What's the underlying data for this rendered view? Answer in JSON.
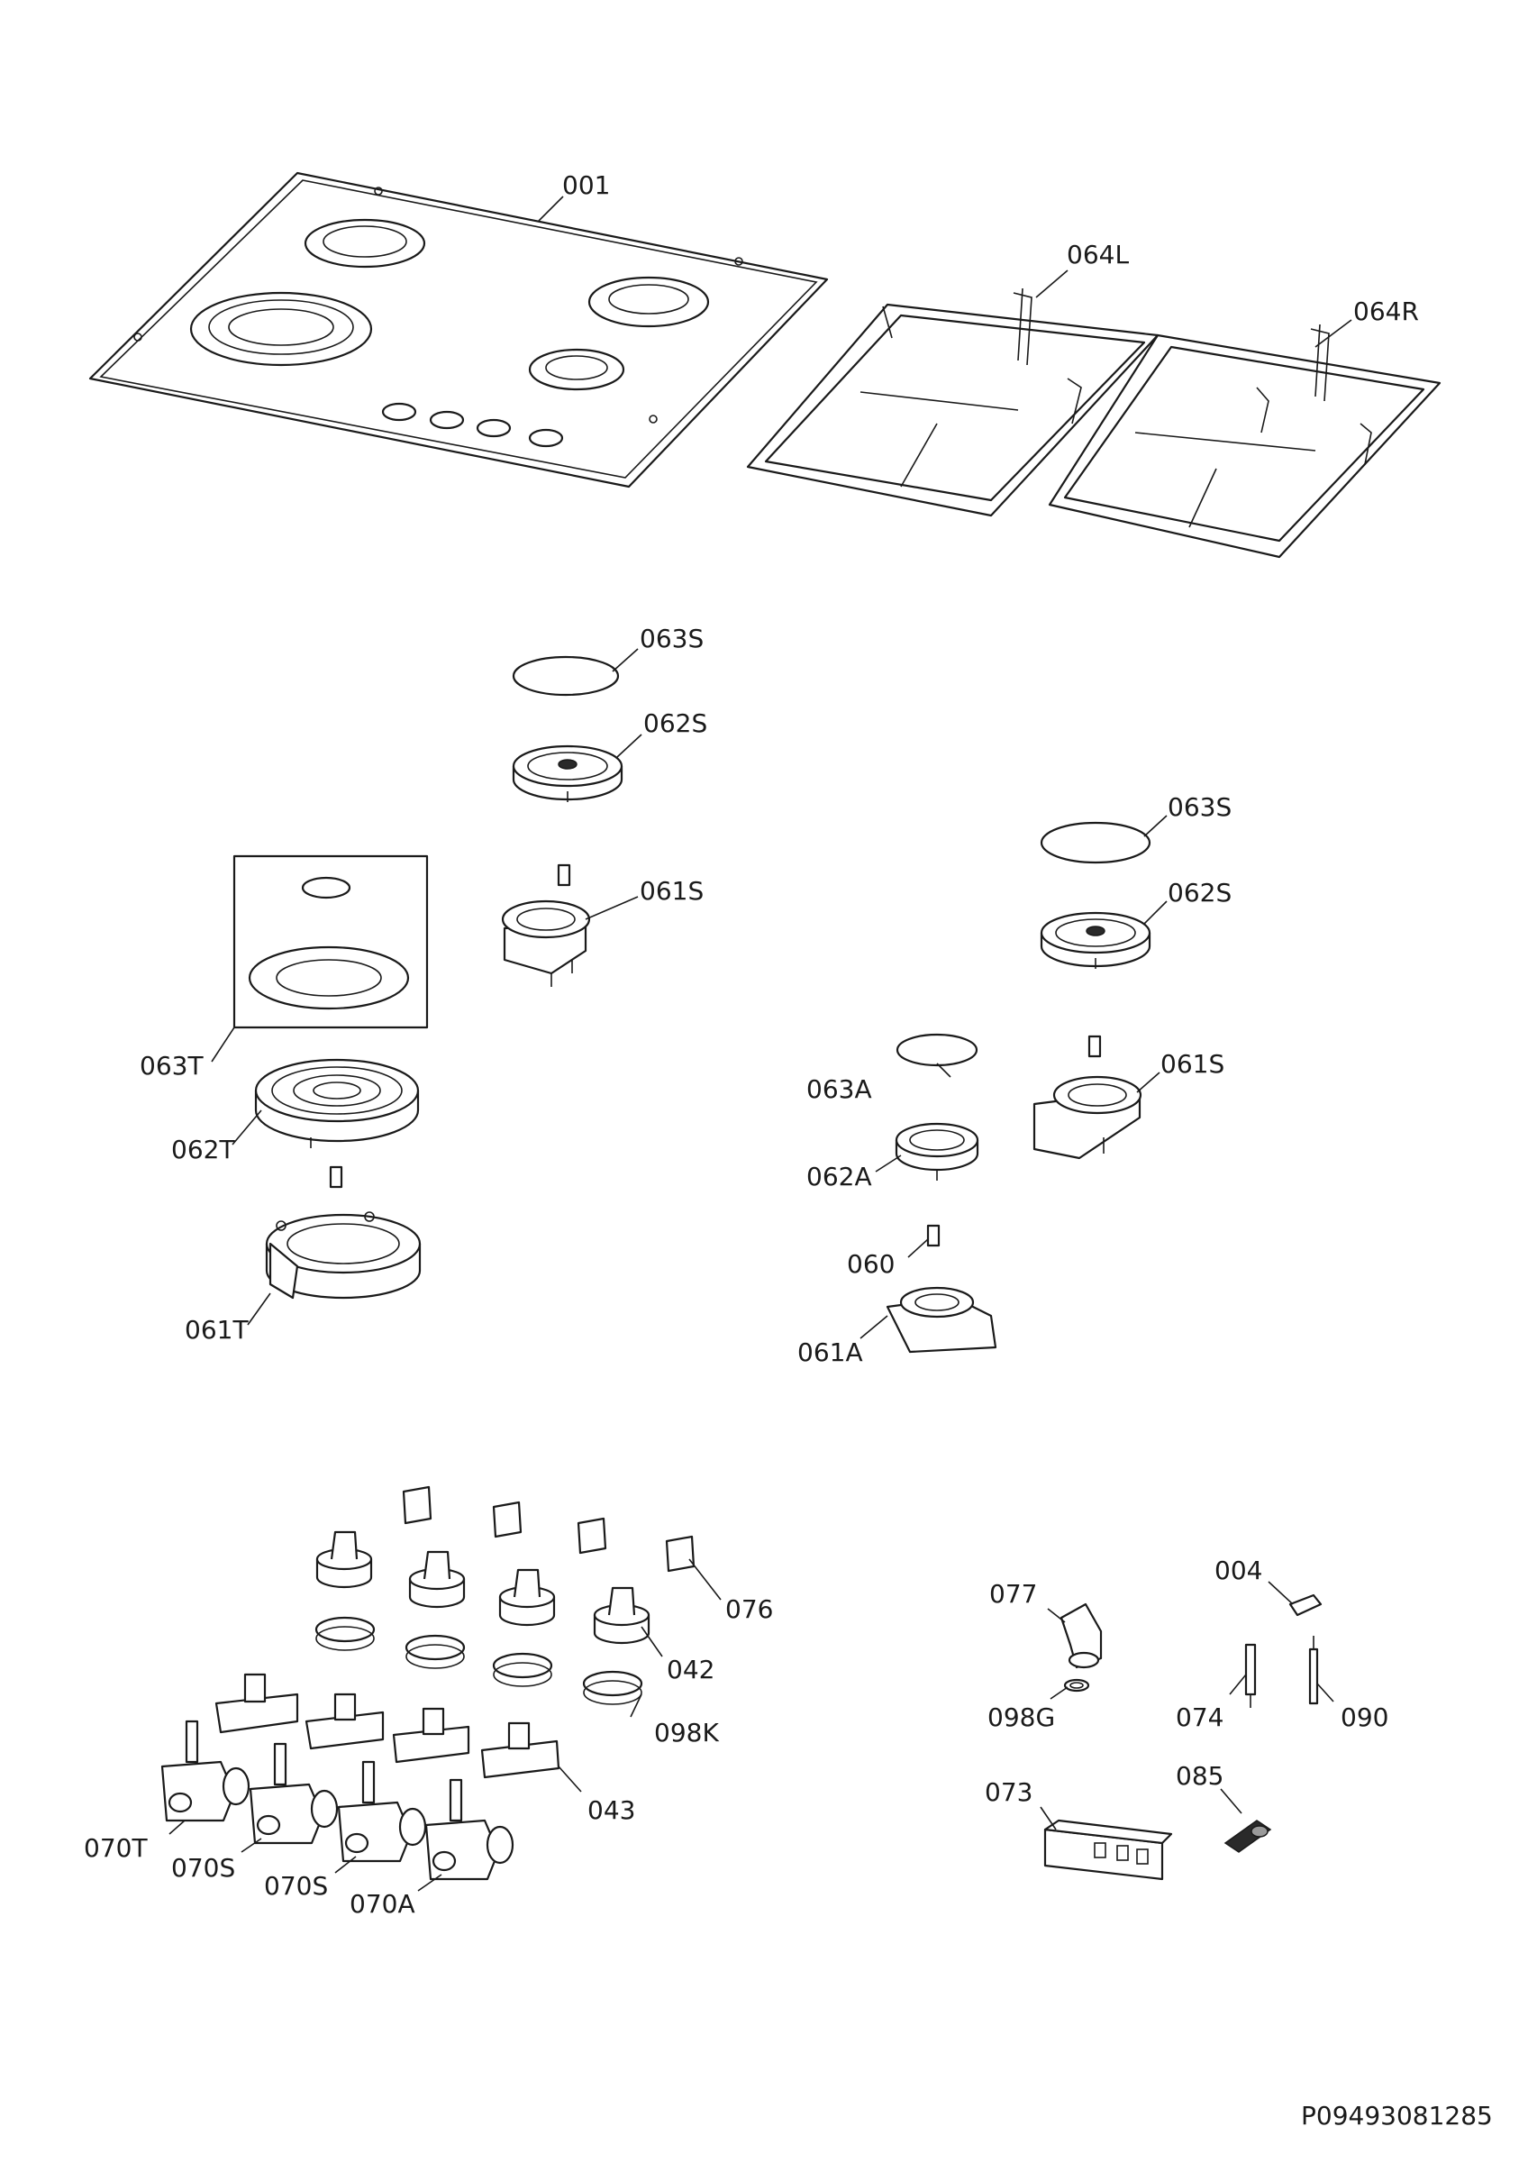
{
  "doc_code": "P09493081285",
  "labels": {
    "l001": "001",
    "l064L": "064L",
    "l064R": "064R",
    "l063S_a": "063S",
    "l062S_a": "062S",
    "l061S_a": "061S",
    "l063S_b": "063S",
    "l062S_b": "062S",
    "l061S_b": "061S",
    "l063T": "063T",
    "l062T": "062T",
    "l061T": "061T",
    "l063A": "063A",
    "l062A": "062A",
    "l060": "060",
    "l061A": "061A",
    "l076": "076",
    "l042": "042",
    "l098K": "098K",
    "l043": "043",
    "l070T": "070T",
    "l070S_a": "070S",
    "l070S_b": "070S",
    "l070A": "070A",
    "l077": "077",
    "l098G": "098G",
    "l004": "004",
    "l074": "074",
    "l090": "090",
    "l073": "073",
    "l085": "085"
  }
}
